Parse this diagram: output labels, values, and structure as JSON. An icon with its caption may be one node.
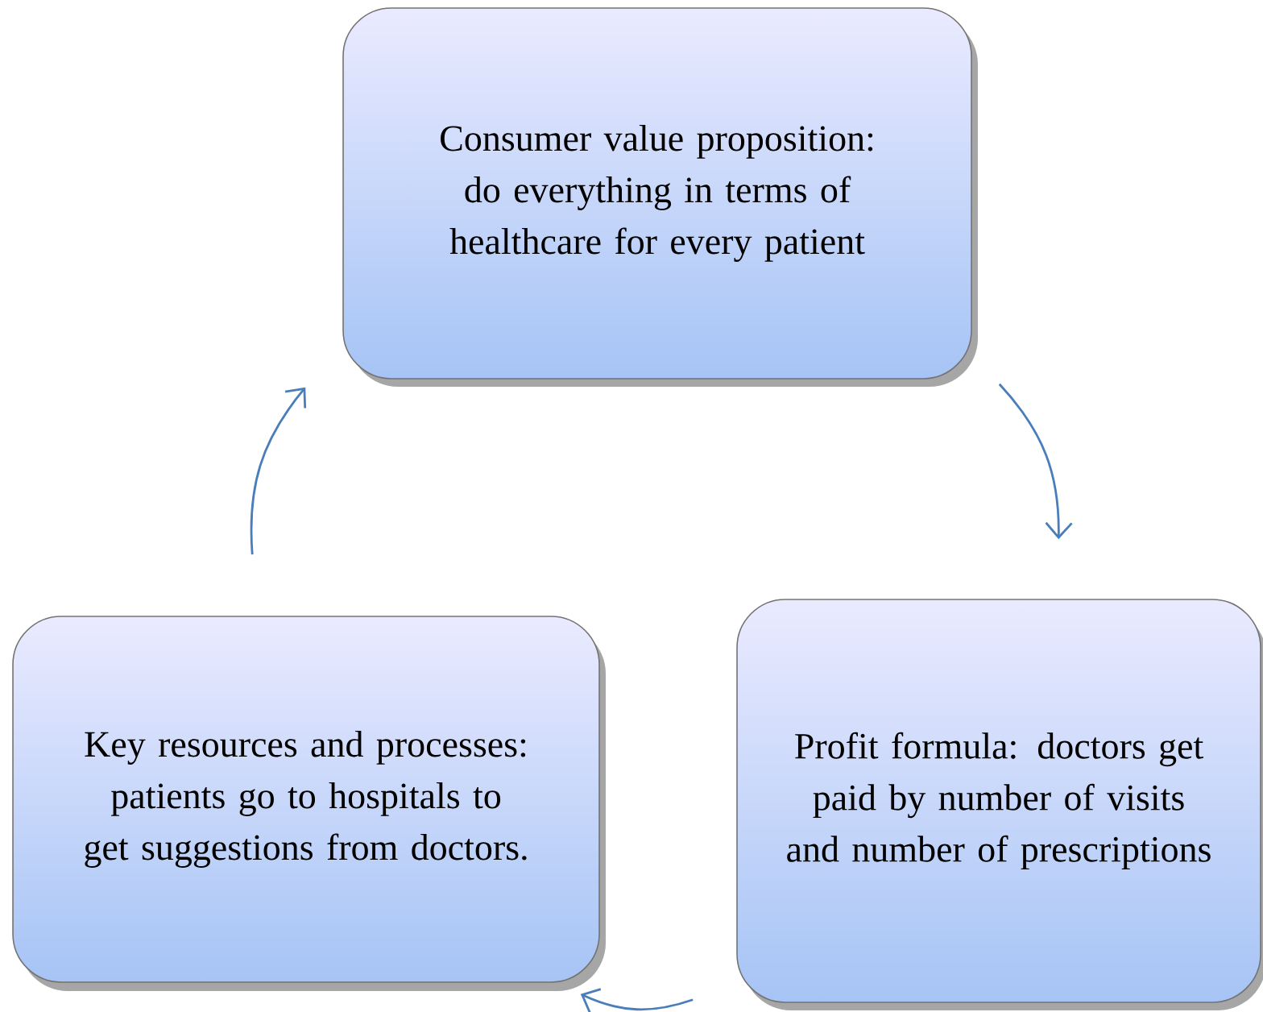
{
  "diagram": {
    "nodes": [
      {
        "text": [
          "Consumer value proposition: do everything in terms of healthcare for every patient"
        ]
      },
      {
        "text": [
          "Profit formula: doctors get paid by number of visits and number of prescriptions"
        ]
      },
      {
        "text": [
          "Key resources and processes: patients go to hospitals to get suggestions from doctors."
        ]
      }
    ],
    "edges": [
      {
        "from": 0,
        "to": 1,
        "arrow": "to"
      },
      {
        "from": 1,
        "to": 2,
        "arrow": "to"
      },
      {
        "from": 2,
        "to": 0,
        "arrow": "to"
      }
    ]
  }
}
